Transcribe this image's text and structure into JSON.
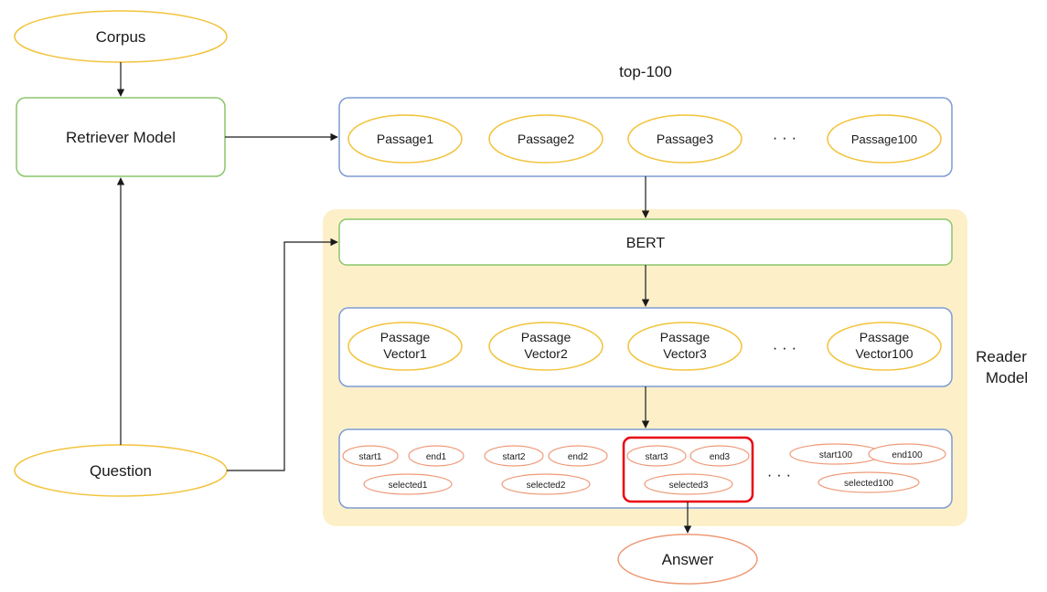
{
  "nodes": {
    "corpus": "Corpus",
    "retriever": "Retriever Model",
    "question": "Question",
    "answer": "Answer",
    "bert": "BERT",
    "reader_label": [
      "Reader",
      "Model"
    ],
    "top_label": "top-100",
    "ellipsis": "· · ·"
  },
  "passages": [
    "Passage1",
    "Passage2",
    "Passage3",
    "Passage100"
  ],
  "vectors": [
    [
      "Passage",
      "Vector1"
    ],
    [
      "Passage",
      "Vector2"
    ],
    [
      "Passage",
      "Vector3"
    ],
    [
      "Passage",
      "Vector100"
    ]
  ],
  "spans": [
    {
      "start": "start1",
      "end": "end1",
      "selected": "selected1"
    },
    {
      "start": "start2",
      "end": "end2",
      "selected": "selected2"
    },
    {
      "start": "start3",
      "end": "end3",
      "selected": "selected3"
    },
    {
      "start": "start100",
      "end": "end100",
      "selected": "selected100"
    }
  ],
  "colors": {
    "green_box": "#8cc56a",
    "blue_box": "#7f9cd3",
    "passage_ellipse": "#f2c33b",
    "span_ellipse": "#ee9a78",
    "reader_bg": "#fdf0c9",
    "highlight": "#e8000e"
  }
}
